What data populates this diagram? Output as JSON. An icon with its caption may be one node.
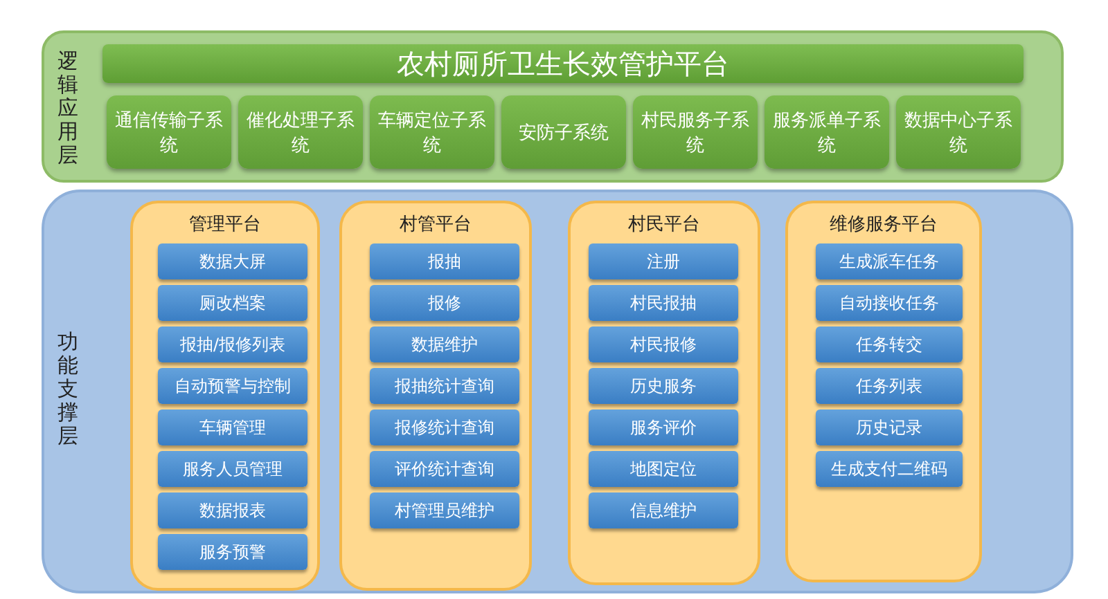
{
  "diagram": {
    "nodes": [
      {
        "text": [
          "逻辑应用层"
        ]
      },
      {
        "text": [
          "农村厕所卫生长效管护平台"
        ],
        "in": 0
      },
      {
        "text": [
          "通信传输子系统"
        ],
        "in": 0
      },
      {
        "text": [
          "催化处理子系统"
        ],
        "in": 0
      },
      {
        "text": [
          "车辆定位子系统"
        ],
        "in": 0
      },
      {
        "text": [
          "安防子系统"
        ],
        "in": 0
      },
      {
        "text": [
          "村民服务子系统"
        ],
        "in": 0
      },
      {
        "text": [
          "服务派单子系统"
        ],
        "in": 0
      },
      {
        "text": [
          "数据中心子系统"
        ],
        "in": 0
      },
      {
        "text": [
          "功能支撑层"
        ]
      },
      {
        "text": [
          "管理平台"
        ],
        "in": 9
      },
      {
        "text": [
          "数据大屏"
        ],
        "in": 10
      },
      {
        "text": [
          "厕改档案"
        ],
        "in": 10
      },
      {
        "text": [
          "报抽/报修列表"
        ],
        "in": 10
      },
      {
        "text": [
          "自动预警与控制"
        ],
        "in": 10
      },
      {
        "text": [
          "车辆管理"
        ],
        "in": 10
      },
      {
        "text": [
          "服务人员管理"
        ],
        "in": 10
      },
      {
        "text": [
          "数据报表"
        ],
        "in": 10
      },
      {
        "text": [
          "服务预警"
        ],
        "in": 10
      },
      {
        "text": [
          "村管平台"
        ],
        "in": 9
      },
      {
        "text": [
          "报抽"
        ],
        "in": 19
      },
      {
        "text": [
          "报修"
        ],
        "in": 19
      },
      {
        "text": [
          "数据维护"
        ],
        "in": 19
      },
      {
        "text": [
          "报抽统计查询"
        ],
        "in": 19
      },
      {
        "text": [
          "报修统计查询"
        ],
        "in": 19
      },
      {
        "text": [
          "评价统计查询"
        ],
        "in": 19
      },
      {
        "text": [
          "村管理员维护"
        ],
        "in": 19
      },
      {
        "text": [
          "村民平台"
        ],
        "in": 9
      },
      {
        "text": [
          "注册"
        ],
        "in": 27
      },
      {
        "text": [
          "村民报抽"
        ],
        "in": 27
      },
      {
        "text": [
          "村民报修"
        ],
        "in": 27
      },
      {
        "text": [
          "历史服务"
        ],
        "in": 27
      },
      {
        "text": [
          "服务评价"
        ],
        "in": 27
      },
      {
        "text": [
          "地图定位"
        ],
        "in": 27
      },
      {
        "text": [
          "信息维护"
        ],
        "in": 27
      },
      {
        "text": [
          "维修服务平台"
        ],
        "in": 9
      },
      {
        "text": [
          "生成派车任务"
        ],
        "in": 35
      },
      {
        "text": [
          "自动接收任务"
        ],
        "in": 35
      },
      {
        "text": [
          "任务转交"
        ],
        "in": 35
      },
      {
        "text": [
          "任务列表"
        ],
        "in": 35
      },
      {
        "text": [
          "历史记录"
        ],
        "in": 35
      },
      {
        "text": [
          "生成支付二维码"
        ],
        "in": 35
      }
    ],
    "edges": []
  }
}
